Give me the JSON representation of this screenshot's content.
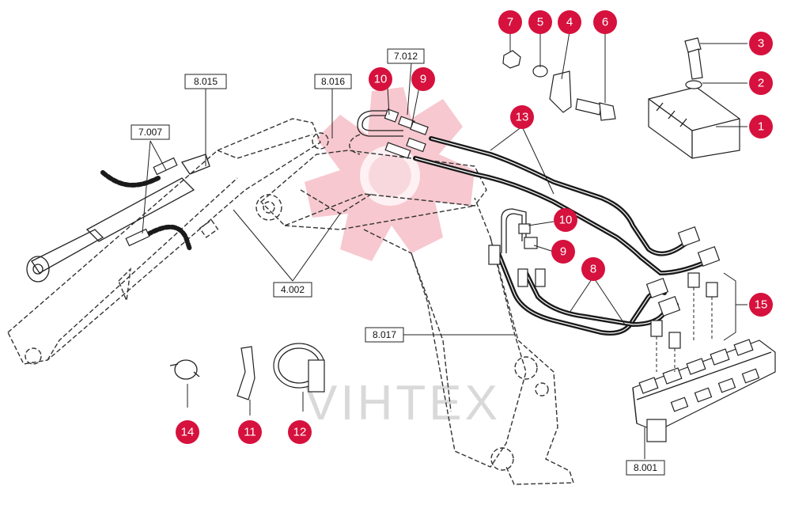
{
  "watermark": {
    "text": "VIHTEX",
    "logo_color": "#f7c8cf",
    "text_color": "#d9d9d9"
  },
  "colors": {
    "callout": "#d6113d",
    "lines": "#222222"
  },
  "reference_labels": {
    "r8015": "8.015",
    "r8016": "8.016",
    "r7012": "7.012",
    "r7007": "7.007",
    "r4002": "4.002",
    "r8017": "8.017",
    "r8001": "8.001"
  },
  "callouts": {
    "c1": "1",
    "c2": "2",
    "c3": "3",
    "c4": "4",
    "c5": "5",
    "c6": "6",
    "c7": "7",
    "c8": "8",
    "c9a": "9",
    "c9b": "9",
    "c10a": "10",
    "c10b": "10",
    "c11": "11",
    "c12": "12",
    "c13": "13",
    "c14": "14",
    "c15": "15"
  }
}
